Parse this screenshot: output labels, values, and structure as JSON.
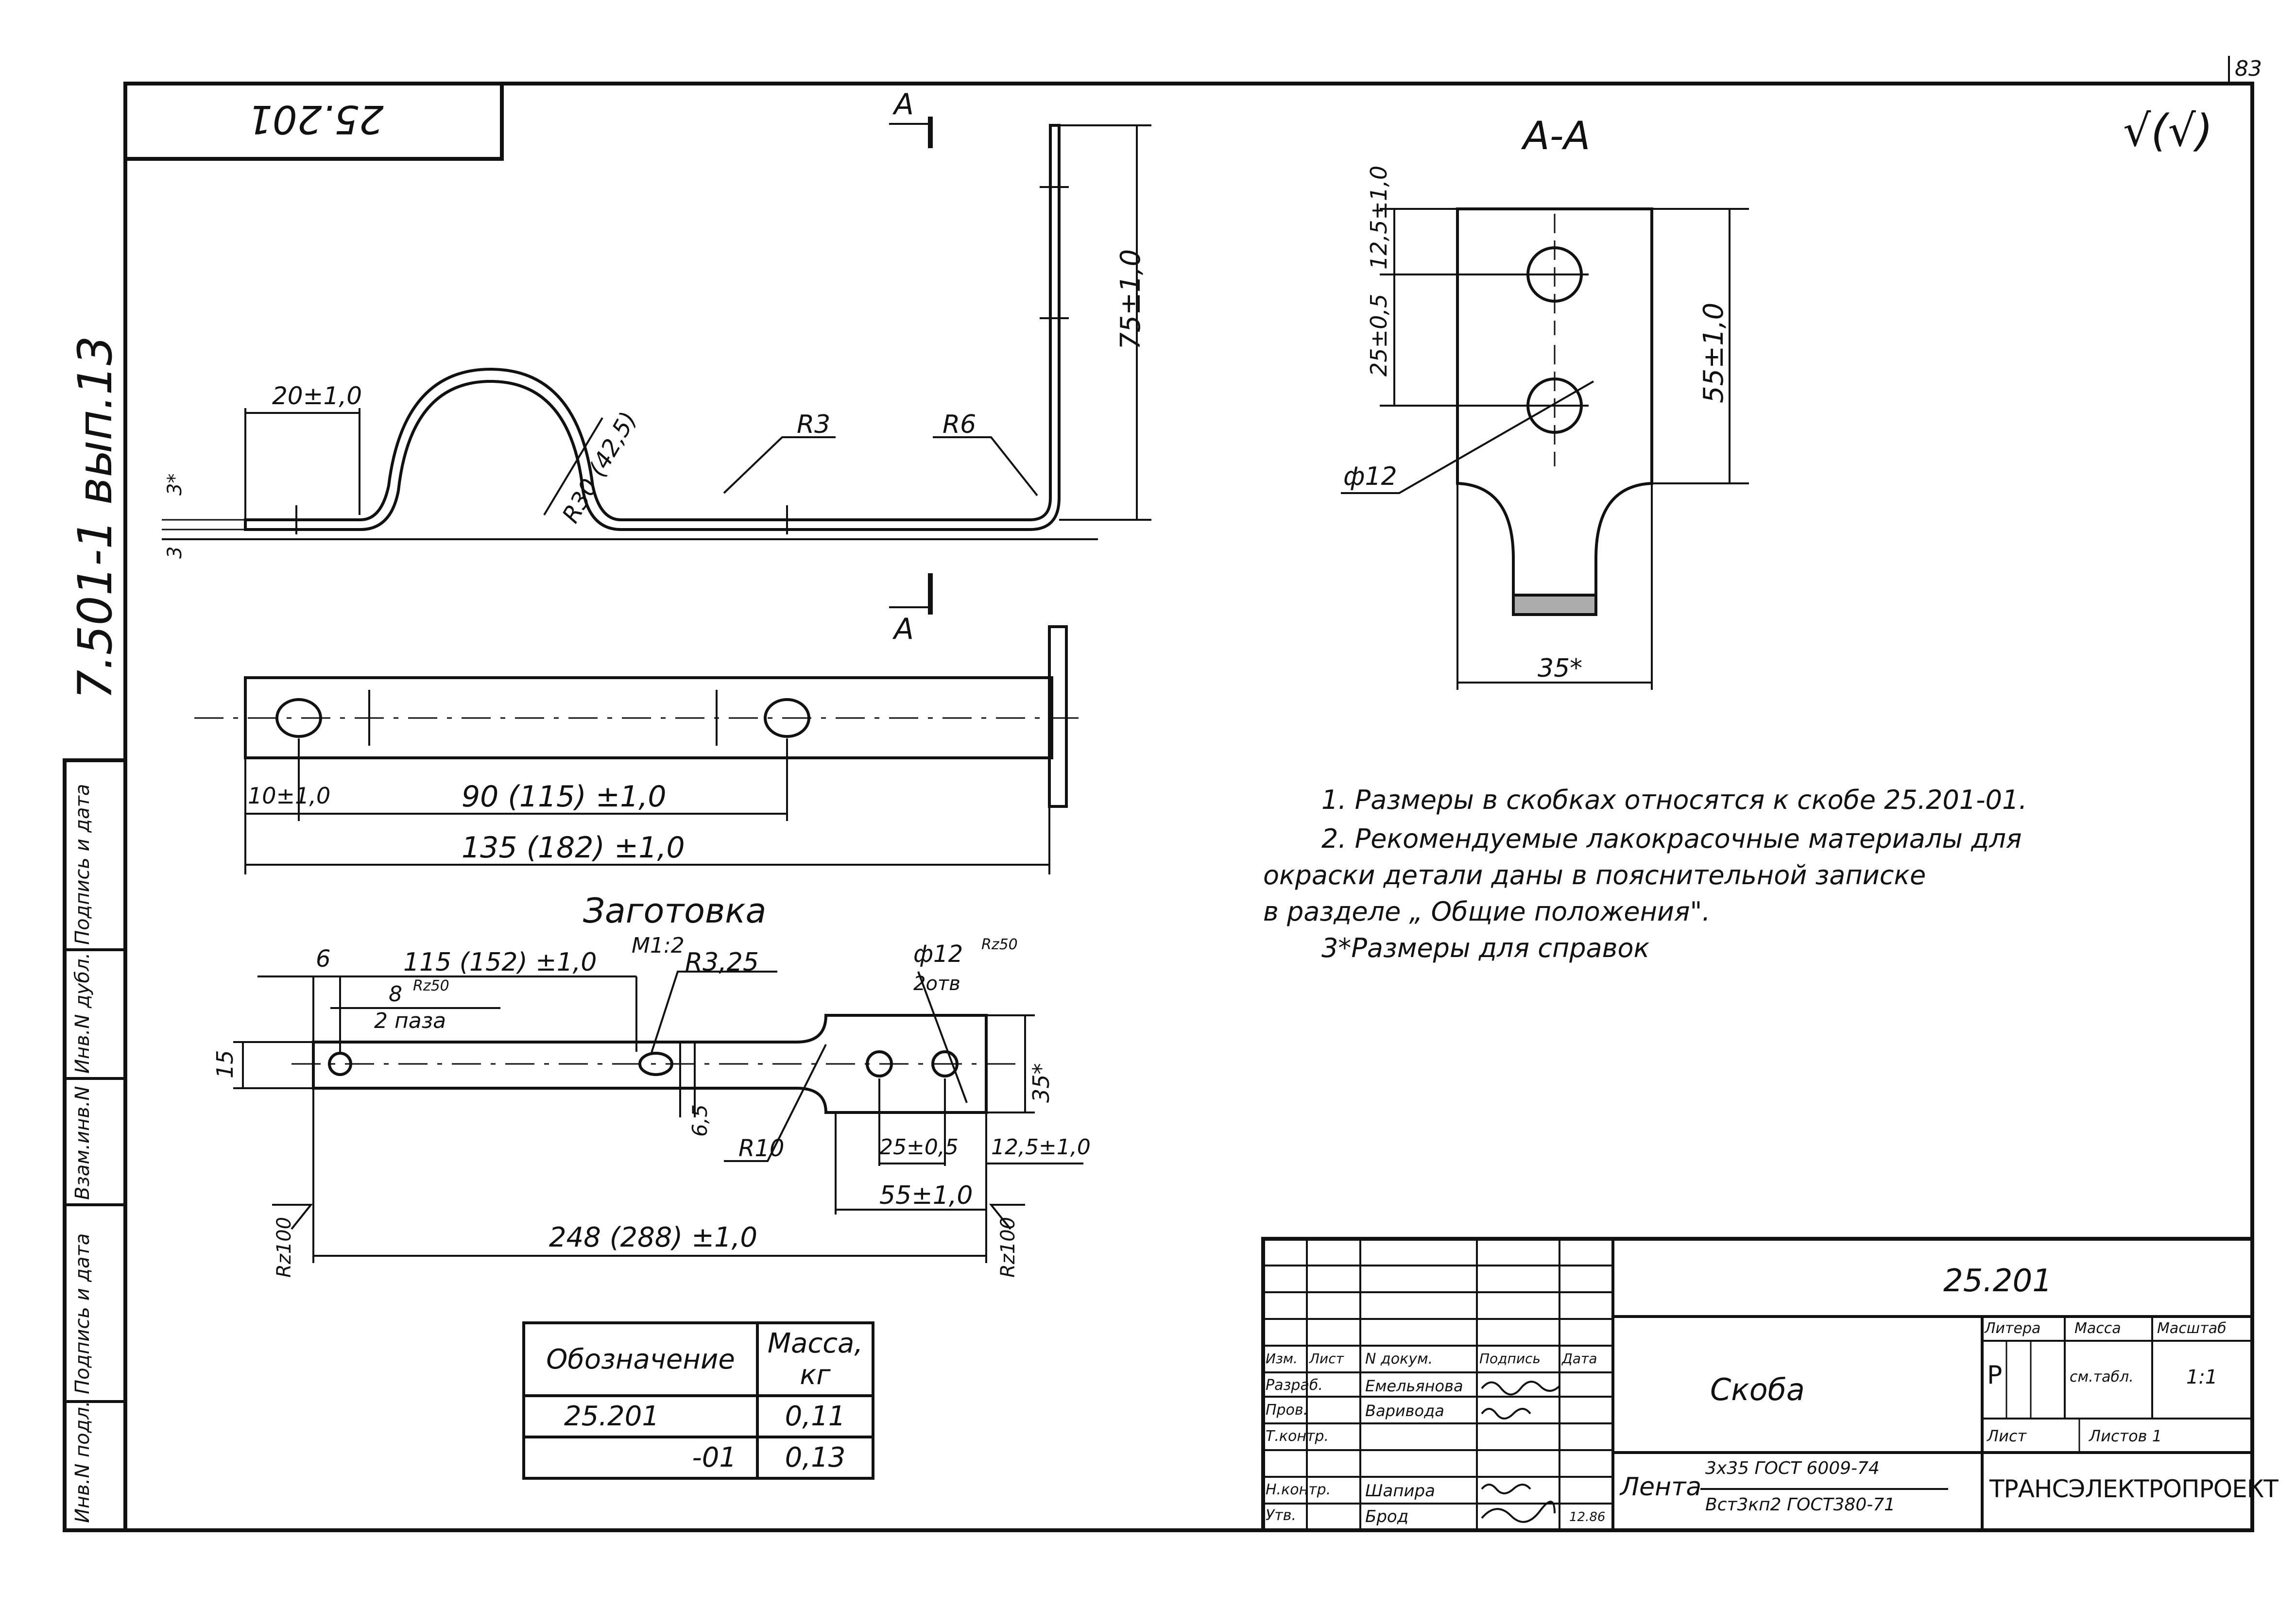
{
  "sheet": {
    "page_number": "83",
    "series_code": "7.501-1  вып.13",
    "mirrored_code": "25.201",
    "roughness_mark": "√(√)"
  },
  "side_stamp": [
    "Инв.N подл.",
    "Подпись и дата",
    "Взам.инв.N",
    "Инв.N дубл.",
    "Подпись и дата"
  ],
  "views": {
    "section_label": "А-А",
    "section_mark": "А",
    "main": {
      "dim_20": "20±1,0",
      "dim_R30": "R30 (42,5)",
      "dim_R3": "R3",
      "dim_R6": "R6",
      "dim_75": "75±1,0",
      "dim_3star": "3*",
      "dim_3": "3"
    },
    "plan": {
      "dim_10": "10±1,0",
      "dim_90": "90 (115) ±1,0",
      "dim_135": "135 (182) ±1,0"
    },
    "section": {
      "dim_12_5": "12,5±1,0",
      "dim_25": "25±0,5",
      "dim_55": "55±1,0",
      "dim_phi12": "ф12",
      "dim_35": "35*"
    },
    "blank": {
      "title": "Заготовка",
      "scale": "М1:2",
      "dim_6": "6",
      "dim_115": "115 (152) ±1,0",
      "dim_R3_25": "R3,25",
      "dim_phi12_holes": "ф12",
      "dim_2holes": "2отв",
      "dim_8": "8",
      "dim_2slots": "2 паза",
      "dim_15": "15",
      "dim_6_5": "6,5",
      "dim_35star": "35*",
      "dim_R10": "R10",
      "dim_25_05": "25±0,5",
      "dim_12_5": "12,5±1,0",
      "dim_55": "55±1,0",
      "dim_248": "248 (288) ±1,0",
      "rough_rz50_a": "Rz50",
      "rough_rz50_b": "Rz50",
      "rough_rz100_a": "Rz100",
      "rough_rz100_b": "Rz100"
    }
  },
  "notes": [
    "1. Размеры в скобках относятся к скобе 25.201-01.",
    "2. Рекомендуемые лакокрасочные материалы для",
    "окраски детали даны в пояснительной записке",
    "в разделе „ Общие положения\".",
    "3*Размеры для справок"
  ],
  "mass_table": {
    "headers": [
      "Обозначение",
      "Масса, кг"
    ],
    "rows": [
      [
        "25.201",
        "0,11"
      ],
      [
        "-01",
        "0,13"
      ]
    ]
  },
  "title_block": {
    "doc_number": "25.201",
    "part_name": "Скоба",
    "material_prefix": "Лента",
    "material_line1": "3х35 ГОСТ 6009-74",
    "material_line2": "Вст3кп2 ГОСТ380-71",
    "org": "ТРАНСЭЛЕКТРОПРОЕКТ",
    "hdr_litera": "Литера",
    "hdr_massa": "Масса",
    "hdr_masshtab": "Масштаб",
    "litera": "Р",
    "massa": "см.табл.",
    "masshtab": "1:1",
    "list": "Лист",
    "listov": "Листов 1",
    "col_izm": "Изм.",
    "col_list": "Лист",
    "col_ndok": "N докум.",
    "col_podp": "Подпись",
    "col_data": "Дата",
    "r_razrab": "Разраб.",
    "n_razrab": "Емельянова",
    "r_prov": "Пров.",
    "n_prov": "Варивода",
    "r_tkontr": "Т.контр.",
    "r_nkontr": "Н.контр.",
    "n_nkontr": "Шапира",
    "r_utv": "Утв.",
    "n_utv": "Брод",
    "date_utv": "12.86"
  }
}
